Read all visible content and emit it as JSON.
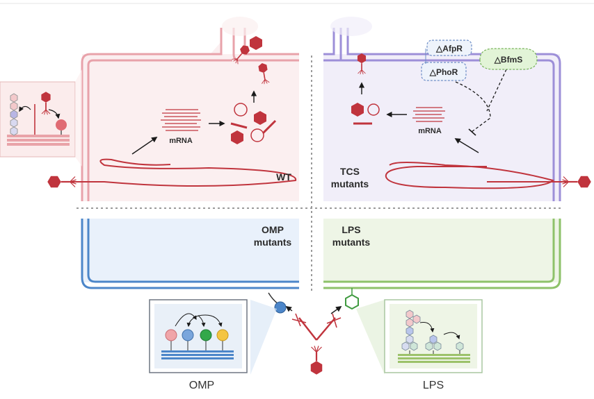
{
  "panels": {
    "wt": {
      "label": "WT"
    },
    "tcs": {
      "label_line1": "TCS",
      "label_line2": "mutants"
    },
    "omp": {
      "label_line1": "OMP",
      "label_line2": "mutants"
    },
    "lps": {
      "label_line1": "LPS",
      "label_line2": "mutants"
    }
  },
  "mrna": {
    "wt_label": "mRNA",
    "tcs_label": "mRNA"
  },
  "genes": {
    "afpr": "△AfpR",
    "phor": "△PhoR",
    "bfms": "△BfmS"
  },
  "insets": {
    "omp_caption": "OMP",
    "lps_caption": "LPS"
  },
  "colors": {
    "wt_fill": "#fbeff0",
    "wt_wall": "#e8a2aa",
    "tcs_fill": "#f1eef9",
    "tcs_wall": "#9d8fd8",
    "omp_fill": "#e9f1fb",
    "omp_wall": "#4c86c9",
    "lps_fill": "#eef5e6",
    "lps_wall": "#8ec26a",
    "phage": "#c0343d"
  }
}
